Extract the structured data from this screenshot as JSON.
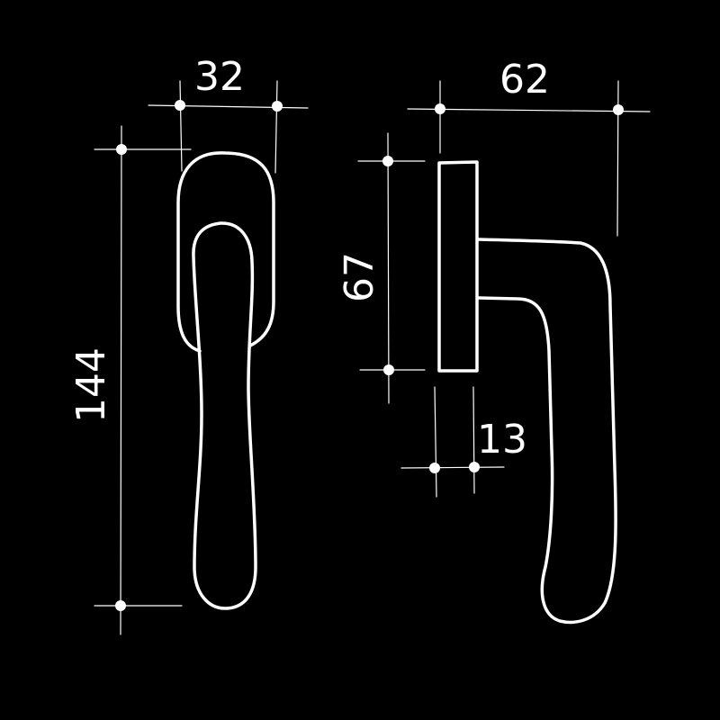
{
  "drawing": {
    "front_view": {
      "width_label": "32",
      "height_label": "144"
    },
    "side_view": {
      "projection_label": "62",
      "base_height_label": "67",
      "base_depth_label": "13"
    }
  },
  "colors": {
    "background": "#000000",
    "line": "#ffffff"
  }
}
